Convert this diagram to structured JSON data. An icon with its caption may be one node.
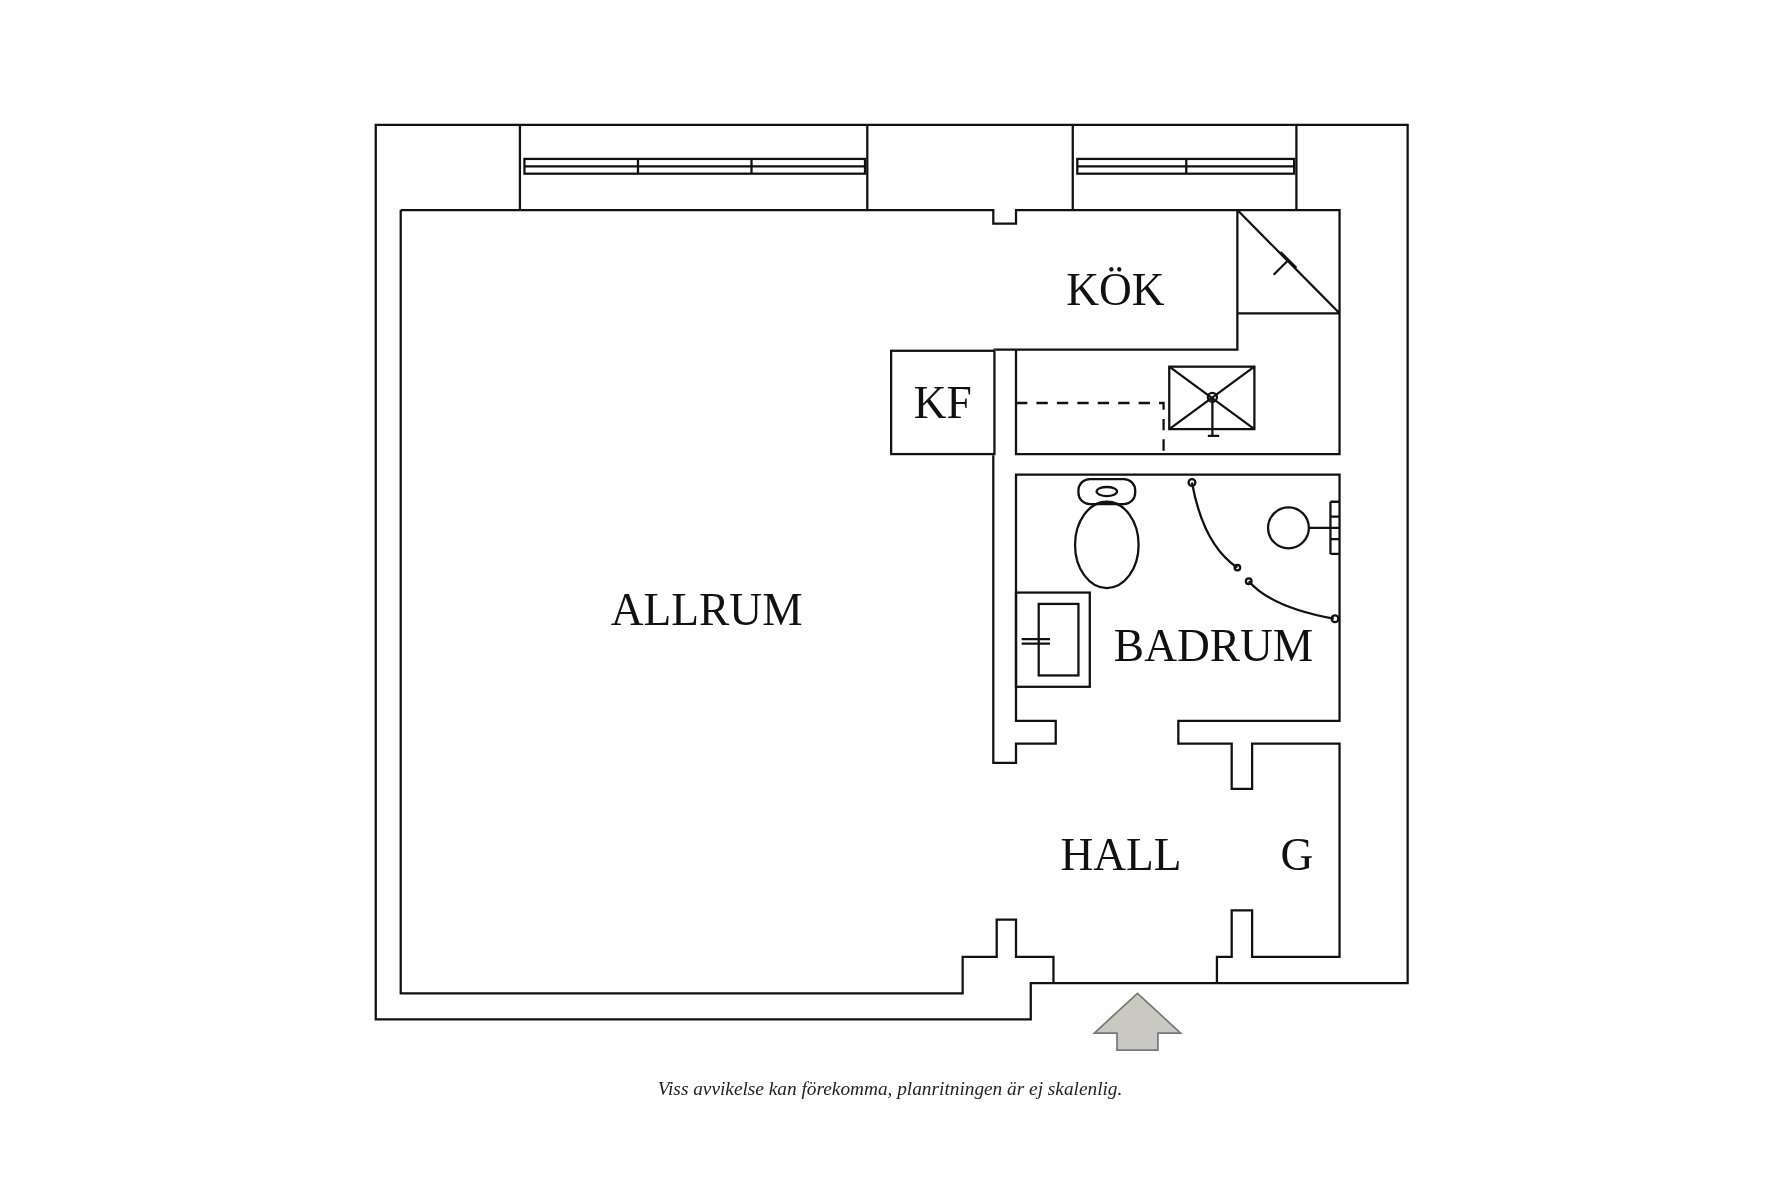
{
  "diagram": {
    "caption": "Viss avvikelse kan förekomma, planritningen är ej skalenlig.",
    "nodes": [
      {
        "text": [
          "KÖK"
        ]
      },
      {
        "text": [
          "KF"
        ]
      },
      {
        "text": [
          "ALLRUM"
        ]
      },
      {
        "text": [
          "BADRUM"
        ]
      },
      {
        "text": [
          "HALL"
        ]
      },
      {
        "text": [
          "G"
        ]
      }
    ]
  }
}
